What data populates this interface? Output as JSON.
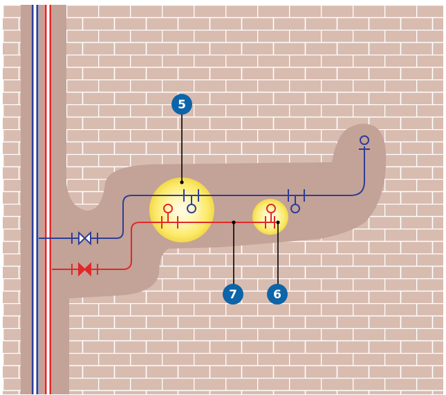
{
  "colors": {
    "brick": "#d8bcb0",
    "mortar": "#ffffff",
    "chase": "#c3a297",
    "cold_pipe": "#2c3e96",
    "hot_pipe": "#e02828",
    "badge": "#0d64a8",
    "glow": "#fbea6a"
  },
  "callouts": [
    {
      "id": "callout-5",
      "number": "5"
    },
    {
      "id": "callout-7",
      "number": "7"
    },
    {
      "id": "callout-6",
      "number": "6"
    }
  ],
  "legend_icons": [
    "cold-water-riser-icon",
    "hot-water-riser-icon",
    "shutoff-valve-icon",
    "tap-connector-icon"
  ]
}
